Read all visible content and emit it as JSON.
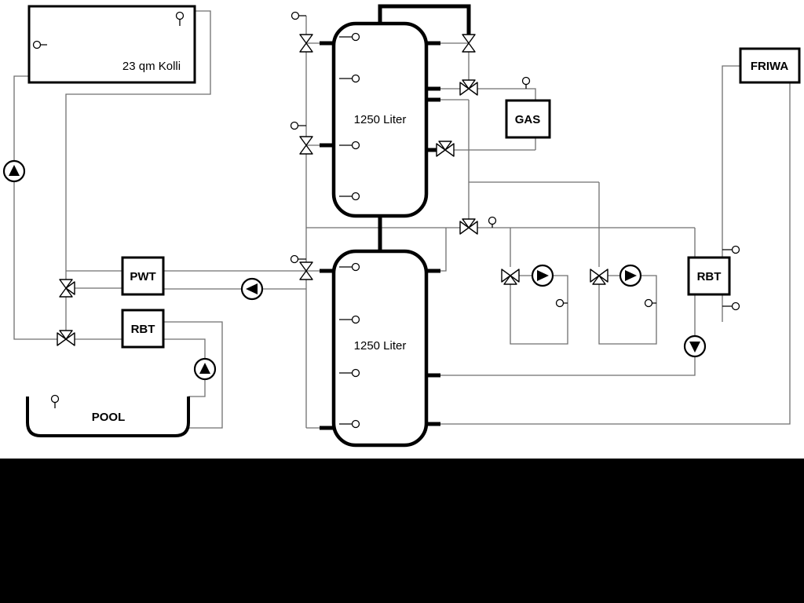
{
  "schematic": {
    "collector_label": "23 qm Kolli",
    "tank_top_label": "1250 Liter",
    "tank_bottom_label": "1250 Liter",
    "gas_label": "GAS",
    "friwa_label": "FRIWA",
    "pwt_label": "PWT",
    "rbt_left_label": "RBT",
    "rbt_right_label": "RBT",
    "pool_label": "POOL"
  },
  "style": {
    "pipe_color": "#6f6f6f",
    "symbol_color": "#000000",
    "background_color": "#ffffff",
    "bottom_band_color": "#000000"
  },
  "icons": {
    "pump": "circle-with-filled-triangle",
    "valve": "double-triangle-bowtie",
    "three_way_valve": "triple-triangle",
    "sensor": "small-circle-with-stem"
  }
}
